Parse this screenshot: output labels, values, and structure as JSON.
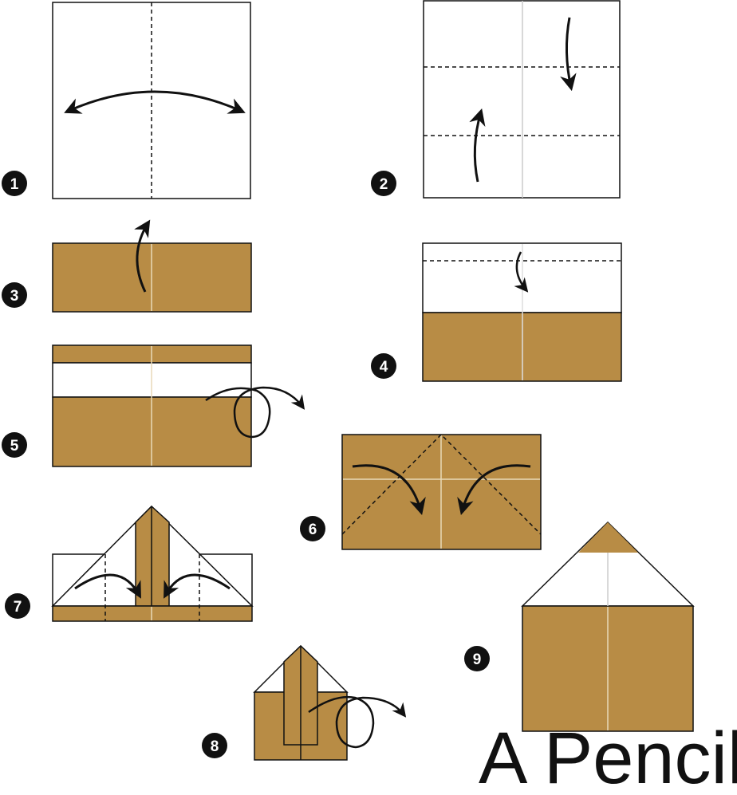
{
  "title": "A Pencil",
  "colors": {
    "paper_back": "#b88c45",
    "paper_front": "#ffffff",
    "line": "#111111",
    "crease": "#e8d9b8"
  },
  "steps": [
    {
      "number": "1"
    },
    {
      "number": "2"
    },
    {
      "number": "3"
    },
    {
      "number": "4"
    },
    {
      "number": "5"
    },
    {
      "number": "6"
    },
    {
      "number": "7"
    },
    {
      "number": "8"
    },
    {
      "number": "9"
    }
  ]
}
